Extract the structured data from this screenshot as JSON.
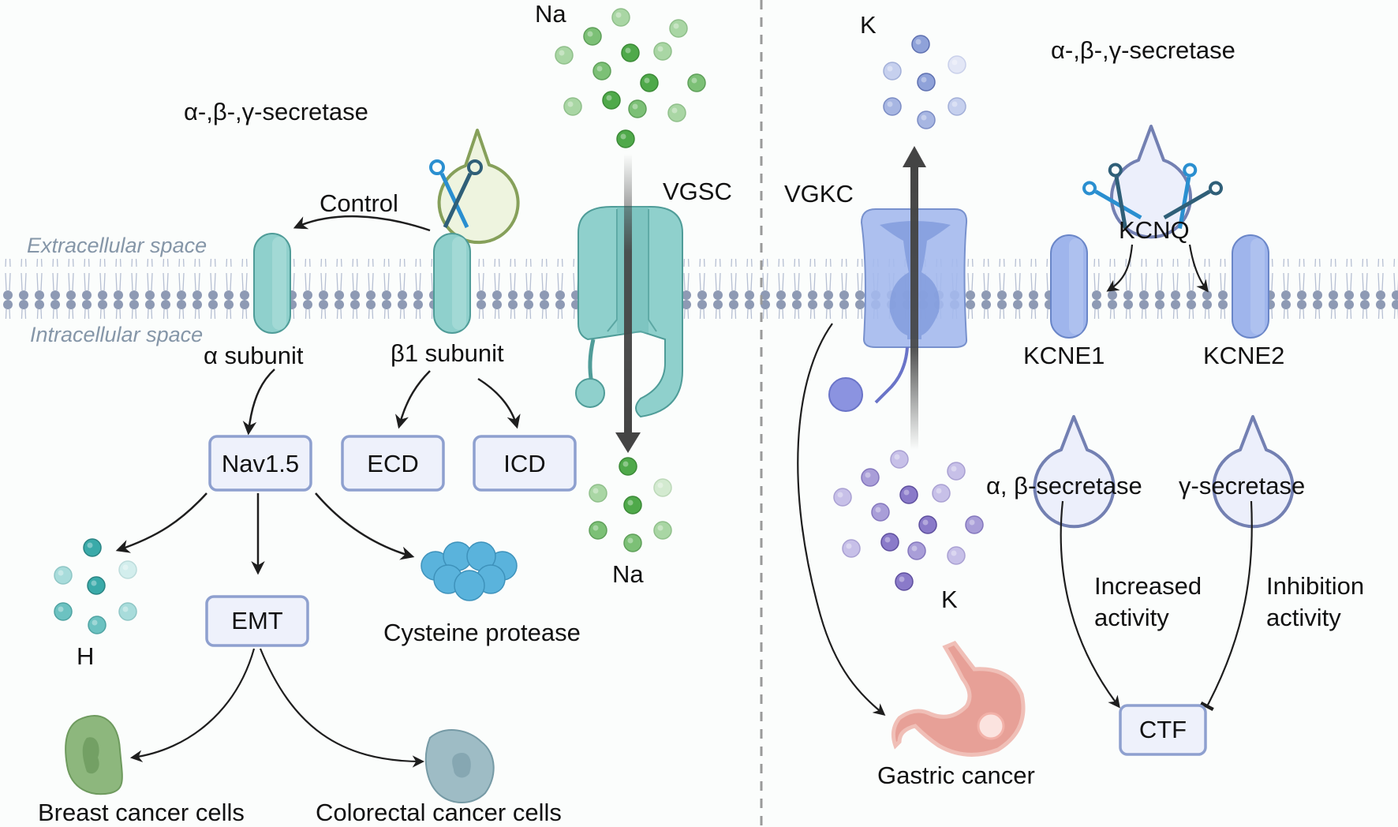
{
  "colors": {
    "background": "#fbfdfc",
    "membrane_head": "#8e9ab4",
    "membrane_tail": "#b7c0d3",
    "teal_protein": "#8fd0cc",
    "teal_stroke": "#4f9c98",
    "blue_protein": "#9fb5ec",
    "blue_stroke": "#6a86c8",
    "box_fill": "#eef1fb",
    "box_stroke": "#8ea0cf",
    "arrow": "#222222",
    "channel_arrow": "#444444",
    "secretase_green_fill": "#eef4df",
    "secretase_green_stroke": "#86a05a",
    "secretase_blue_fill": "#eceffb",
    "secretase_blue_stroke": "#7380b2",
    "scissors_light": "#2a8fd0",
    "scissors_dark": "#2f5f78"
  },
  "membrane": {
    "extracellular_label": "Extracellular space",
    "intracellular_label": "Intracellular space"
  },
  "left_panel": {
    "secretase_label": "α-,β-,γ-secretase",
    "control_label": "Control",
    "na_top_label": "Na",
    "na_bottom_label": "Na",
    "vgsc_label": "VGSC",
    "alpha_subunit_label": "α subunit",
    "beta1_subunit_label": "β1 subunit",
    "boxes": {
      "nav15": "Nav1.5",
      "ecd": "ECD",
      "icd": "ICD",
      "emt": "EMT"
    },
    "h_label": "H",
    "cysteine_protease_label": "Cysteine protease",
    "breast_cancer_label": "Breast cancer cells",
    "colorectal_cancer_label": "Colorectal cancer cells"
  },
  "right_panel": {
    "k_top_label": "K",
    "k_bottom_label": "K",
    "vgkc_label": "VGKC",
    "secretase_label": "α-,β-,γ-secretase",
    "kcnq_label": "KCNQ",
    "kcne1_label": "KCNE1",
    "kcne2_label": "KCNE2",
    "ab_secretase_label": "α, β-secretase",
    "g_secretase_label": "γ-secretase",
    "increased_activity_line1": "Increased",
    "increased_activity_line2": "activity",
    "inhibition_activity_line1": "Inhibition",
    "inhibition_activity_line2": "activity",
    "ctf_box": "CTF",
    "gastric_cancer_label": "Gastric cancer"
  },
  "ions": {
    "na_top": [
      {
        "shade": "light"
      },
      {
        "shade": "mid"
      },
      {
        "shade": "light"
      },
      {
        "shade": "light"
      },
      {
        "shade": "dark"
      },
      {
        "shade": "light"
      },
      {
        "shade": "mid"
      },
      {
        "shade": "dark"
      },
      {
        "shade": "mid"
      },
      {
        "shade": "dark"
      },
      {
        "shade": "light"
      },
      {
        "shade": "mid"
      },
      {
        "shade": "light"
      },
      {
        "shade": "dark"
      }
    ],
    "na_bottom": [
      {
        "shade": "dark"
      },
      {
        "shade": "light"
      },
      {
        "shade": "dark"
      },
      {
        "shade": "faint"
      },
      {
        "shade": "mid"
      },
      {
        "shade": "mid"
      },
      {
        "shade": "light"
      }
    ],
    "h": [
      {
        "shade": "dark"
      },
      {
        "shade": "light"
      },
      {
        "shade": "dark"
      },
      {
        "shade": "faint"
      },
      {
        "shade": "mid"
      },
      {
        "shade": "mid"
      },
      {
        "shade": "light"
      }
    ],
    "k_top": [
      {
        "shade": "dark"
      },
      {
        "shade": "light"
      },
      {
        "shade": "dark"
      },
      {
        "shade": "faint"
      },
      {
        "shade": "mid"
      },
      {
        "shade": "mid"
      },
      {
        "shade": "light"
      }
    ],
    "k_bottom": [
      {
        "shade": "light"
      },
      {
        "shade": "mid"
      },
      {
        "shade": "light"
      },
      {
        "shade": "light"
      },
      {
        "shade": "dark"
      },
      {
        "shade": "light"
      },
      {
        "shade": "mid"
      },
      {
        "shade": "dark"
      },
      {
        "shade": "mid"
      },
      {
        "shade": "dark"
      },
      {
        "shade": "light"
      },
      {
        "shade": "mid"
      },
      {
        "shade": "light"
      },
      {
        "shade": "dark"
      }
    ]
  }
}
